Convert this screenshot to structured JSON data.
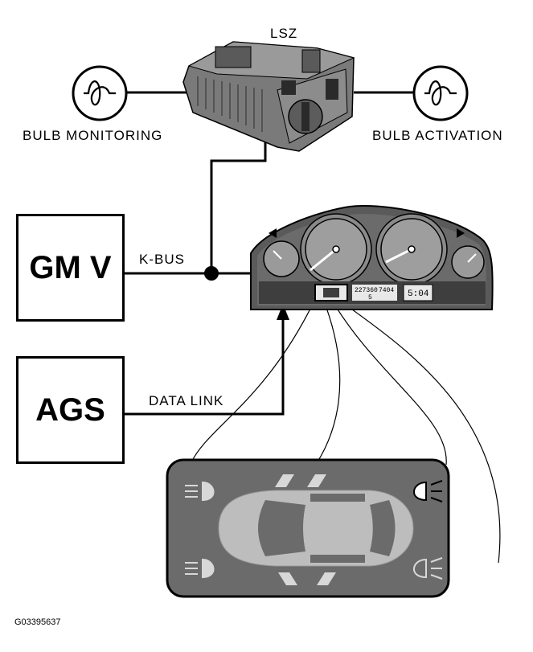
{
  "labels": {
    "lsz": "LSZ",
    "bulb_monitoring": "BULB MONITORING",
    "bulb_activation": "BULB ACTIVATION",
    "k_bus": "K-BUS",
    "data_link": "DATA LINK",
    "figure_id": "G03395637"
  },
  "modules": {
    "gm": "GM V",
    "ags": "AGS"
  },
  "cluster_display": {
    "odometer": "227360",
    "trip": "7404",
    "gear": "5",
    "time": "5:04"
  },
  "colors": {
    "line": "#000000",
    "module_body": "#6e6e6e",
    "cluster_face": "#5a5a5a",
    "car_panel": "#6b6b6b",
    "car_body": "#bdbdbd"
  }
}
